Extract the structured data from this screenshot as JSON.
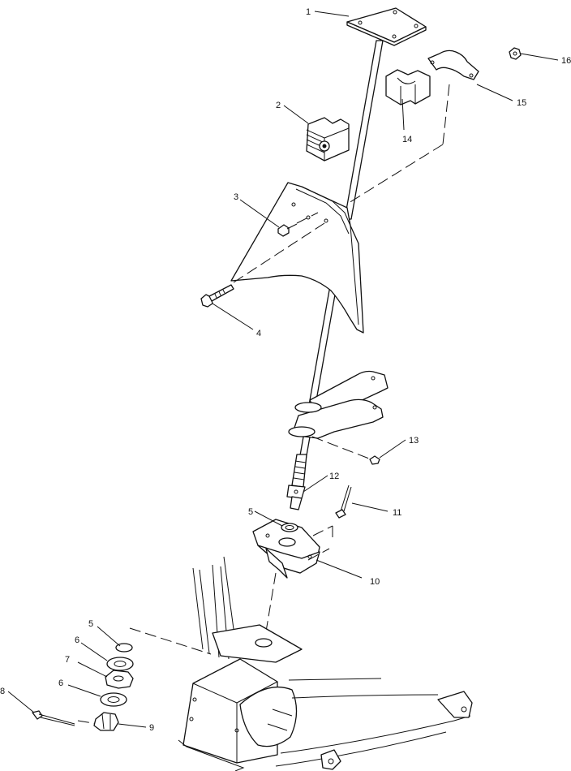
{
  "callouts": [
    {
      "id": "c1",
      "number": "1"
    },
    {
      "id": "c2",
      "number": "2"
    },
    {
      "id": "c3",
      "number": "3"
    },
    {
      "id": "c4",
      "number": "4"
    },
    {
      "id": "c5a",
      "number": "5"
    },
    {
      "id": "c5b",
      "number": "5"
    },
    {
      "id": "c6a",
      "number": "6"
    },
    {
      "id": "c6b",
      "number": "6"
    },
    {
      "id": "c7",
      "number": "7"
    },
    {
      "id": "c8",
      "number": "8"
    },
    {
      "id": "c9",
      "number": "9"
    },
    {
      "id": "c10",
      "number": "10"
    },
    {
      "id": "c11",
      "number": "11"
    },
    {
      "id": "c12",
      "number": "12"
    },
    {
      "id": "c13",
      "number": "13"
    },
    {
      "id": "c14",
      "number": "14"
    },
    {
      "id": "c15",
      "number": "15"
    },
    {
      "id": "c16",
      "number": "16"
    }
  ]
}
